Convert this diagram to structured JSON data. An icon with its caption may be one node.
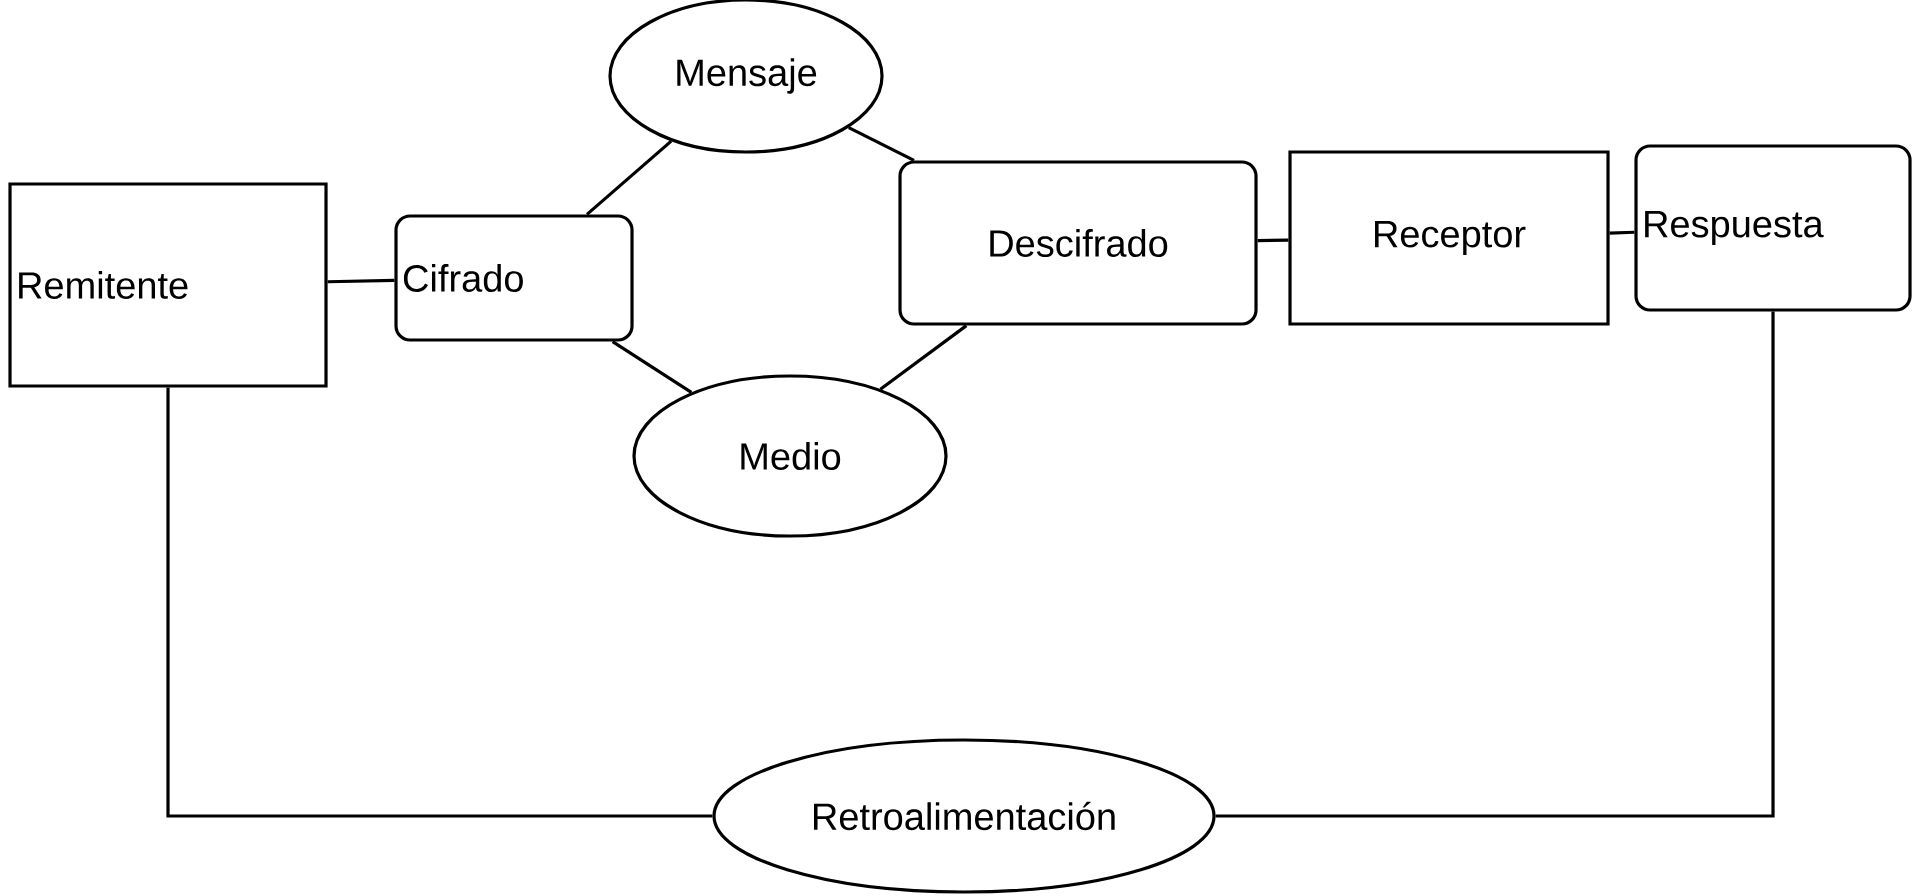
{
  "diagram": {
    "nodes": [
      {
        "text": [
          "Remitente"
        ]
      },
      {
        "text": [
          "Cifrado"
        ]
      },
      {
        "text": [
          "Mensaje"
        ]
      },
      {
        "text": [
          "Medio"
        ]
      },
      {
        "text": [
          "Descifrado"
        ]
      },
      {
        "text": [
          "Receptor"
        ]
      },
      {
        "text": [
          "Respuesta"
        ]
      },
      {
        "text": [
          "Retroalimentación"
        ]
      }
    ],
    "edges": [
      {
        "from": 0,
        "to": 1,
        "arrow": "none"
      },
      {
        "from": 1,
        "to": 2,
        "arrow": "none"
      },
      {
        "from": 1,
        "to": 3,
        "arrow": "none"
      },
      {
        "from": 2,
        "to": 4,
        "arrow": "none"
      },
      {
        "from": 3,
        "to": 4,
        "arrow": "none"
      },
      {
        "from": 4,
        "to": 5,
        "arrow": "none"
      },
      {
        "from": 5,
        "to": 6,
        "arrow": "none"
      },
      {
        "from": 0,
        "to": 7,
        "arrow": "none"
      },
      {
        "from": 6,
        "to": 7,
        "arrow": "none"
      }
    ]
  }
}
